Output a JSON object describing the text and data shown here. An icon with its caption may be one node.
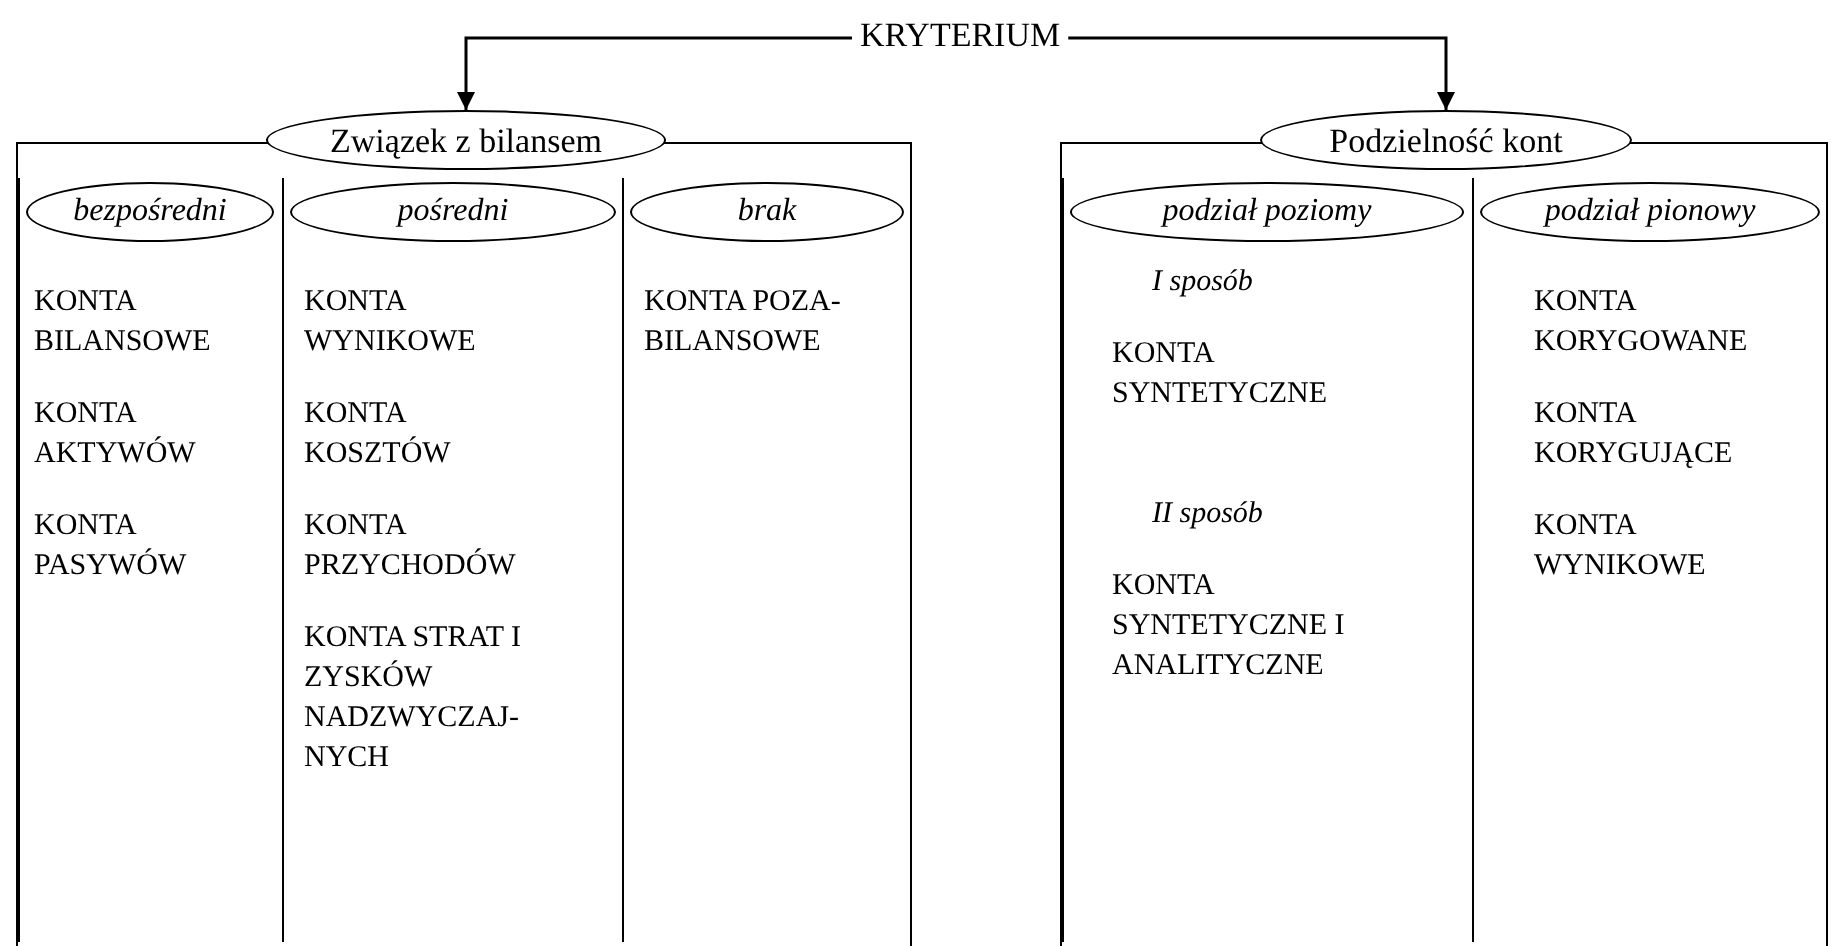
{
  "diagram": {
    "nodes": [
      {
        "text": [
          "KRYTERIUM"
        ]
      },
      {
        "text": [
          "Związek z bilansem"
        ]
      },
      {
        "text": [
          "bezpośredni",
          "KONTA BILANSOWE",
          "KONTA AKTYWÓW",
          "KONTA PASYWÓW"
        ],
        "in": 1
      },
      {
        "text": [
          "pośredni",
          "KONTA WYNIKOWE",
          "KONTA KOSZTÓW",
          "KONTA PRZYCHODÓW",
          "KONTA STRAT I ZYSKÓW NADZWYCZAJ- NYCH"
        ],
        "in": 1
      },
      {
        "text": [
          "brak",
          "KONTA POZA- BILANSOWE"
        ],
        "in": 1
      },
      {
        "text": [
          "Podzielność kont"
        ]
      },
      {
        "text": [
          "podział poziomy",
          "I sposób",
          "KONTA SYNTETYCZNE",
          "II sposób",
          "KONTA SYNTETYCZNE I ANALITYCZNE"
        ],
        "in": 5
      },
      {
        "text": [
          "podział pionowy",
          "KONTA KORYGOWANE",
          "KONTA KORYGUJĄCE",
          "KONTA WYNIKOWE"
        ],
        "in": 5
      }
    ],
    "edges": [
      {
        "from": 0,
        "to": 1,
        "arrow": "to"
      },
      {
        "from": 0,
        "to": 5,
        "arrow": "to"
      }
    ]
  }
}
